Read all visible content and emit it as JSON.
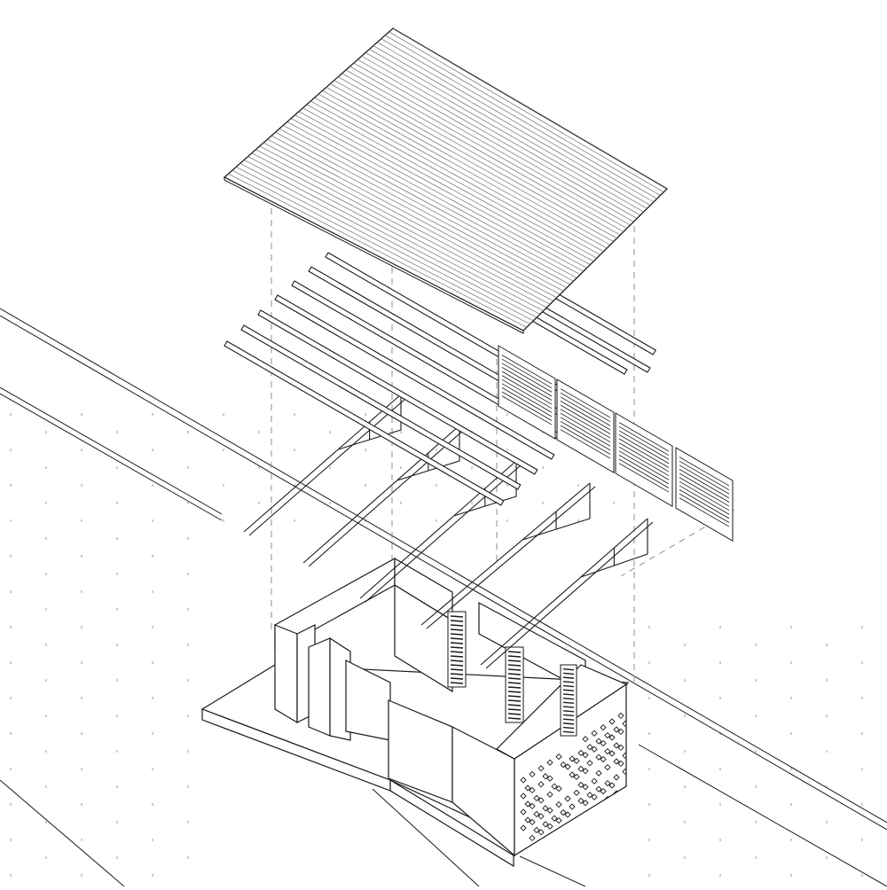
{
  "drawing": {
    "type": "exploded axonometric architectural diagram",
    "line_color": "#1a1a1a",
    "dash_color": "#8c8c8c",
    "background": "#ffffff",
    "components": {
      "roof_sheet": {
        "count": 1,
        "ribbed": true
      },
      "purlins": {
        "count": 10
      },
      "louver_panels": {
        "count": 4
      },
      "roof_trusses": {
        "count": 5
      },
      "walls": {
        "perforated_wall_holes": "diamond pattern"
      },
      "base_slab": {
        "count": 1
      }
    },
    "grid": {
      "style": "dotted isometric ground grid"
    }
  }
}
